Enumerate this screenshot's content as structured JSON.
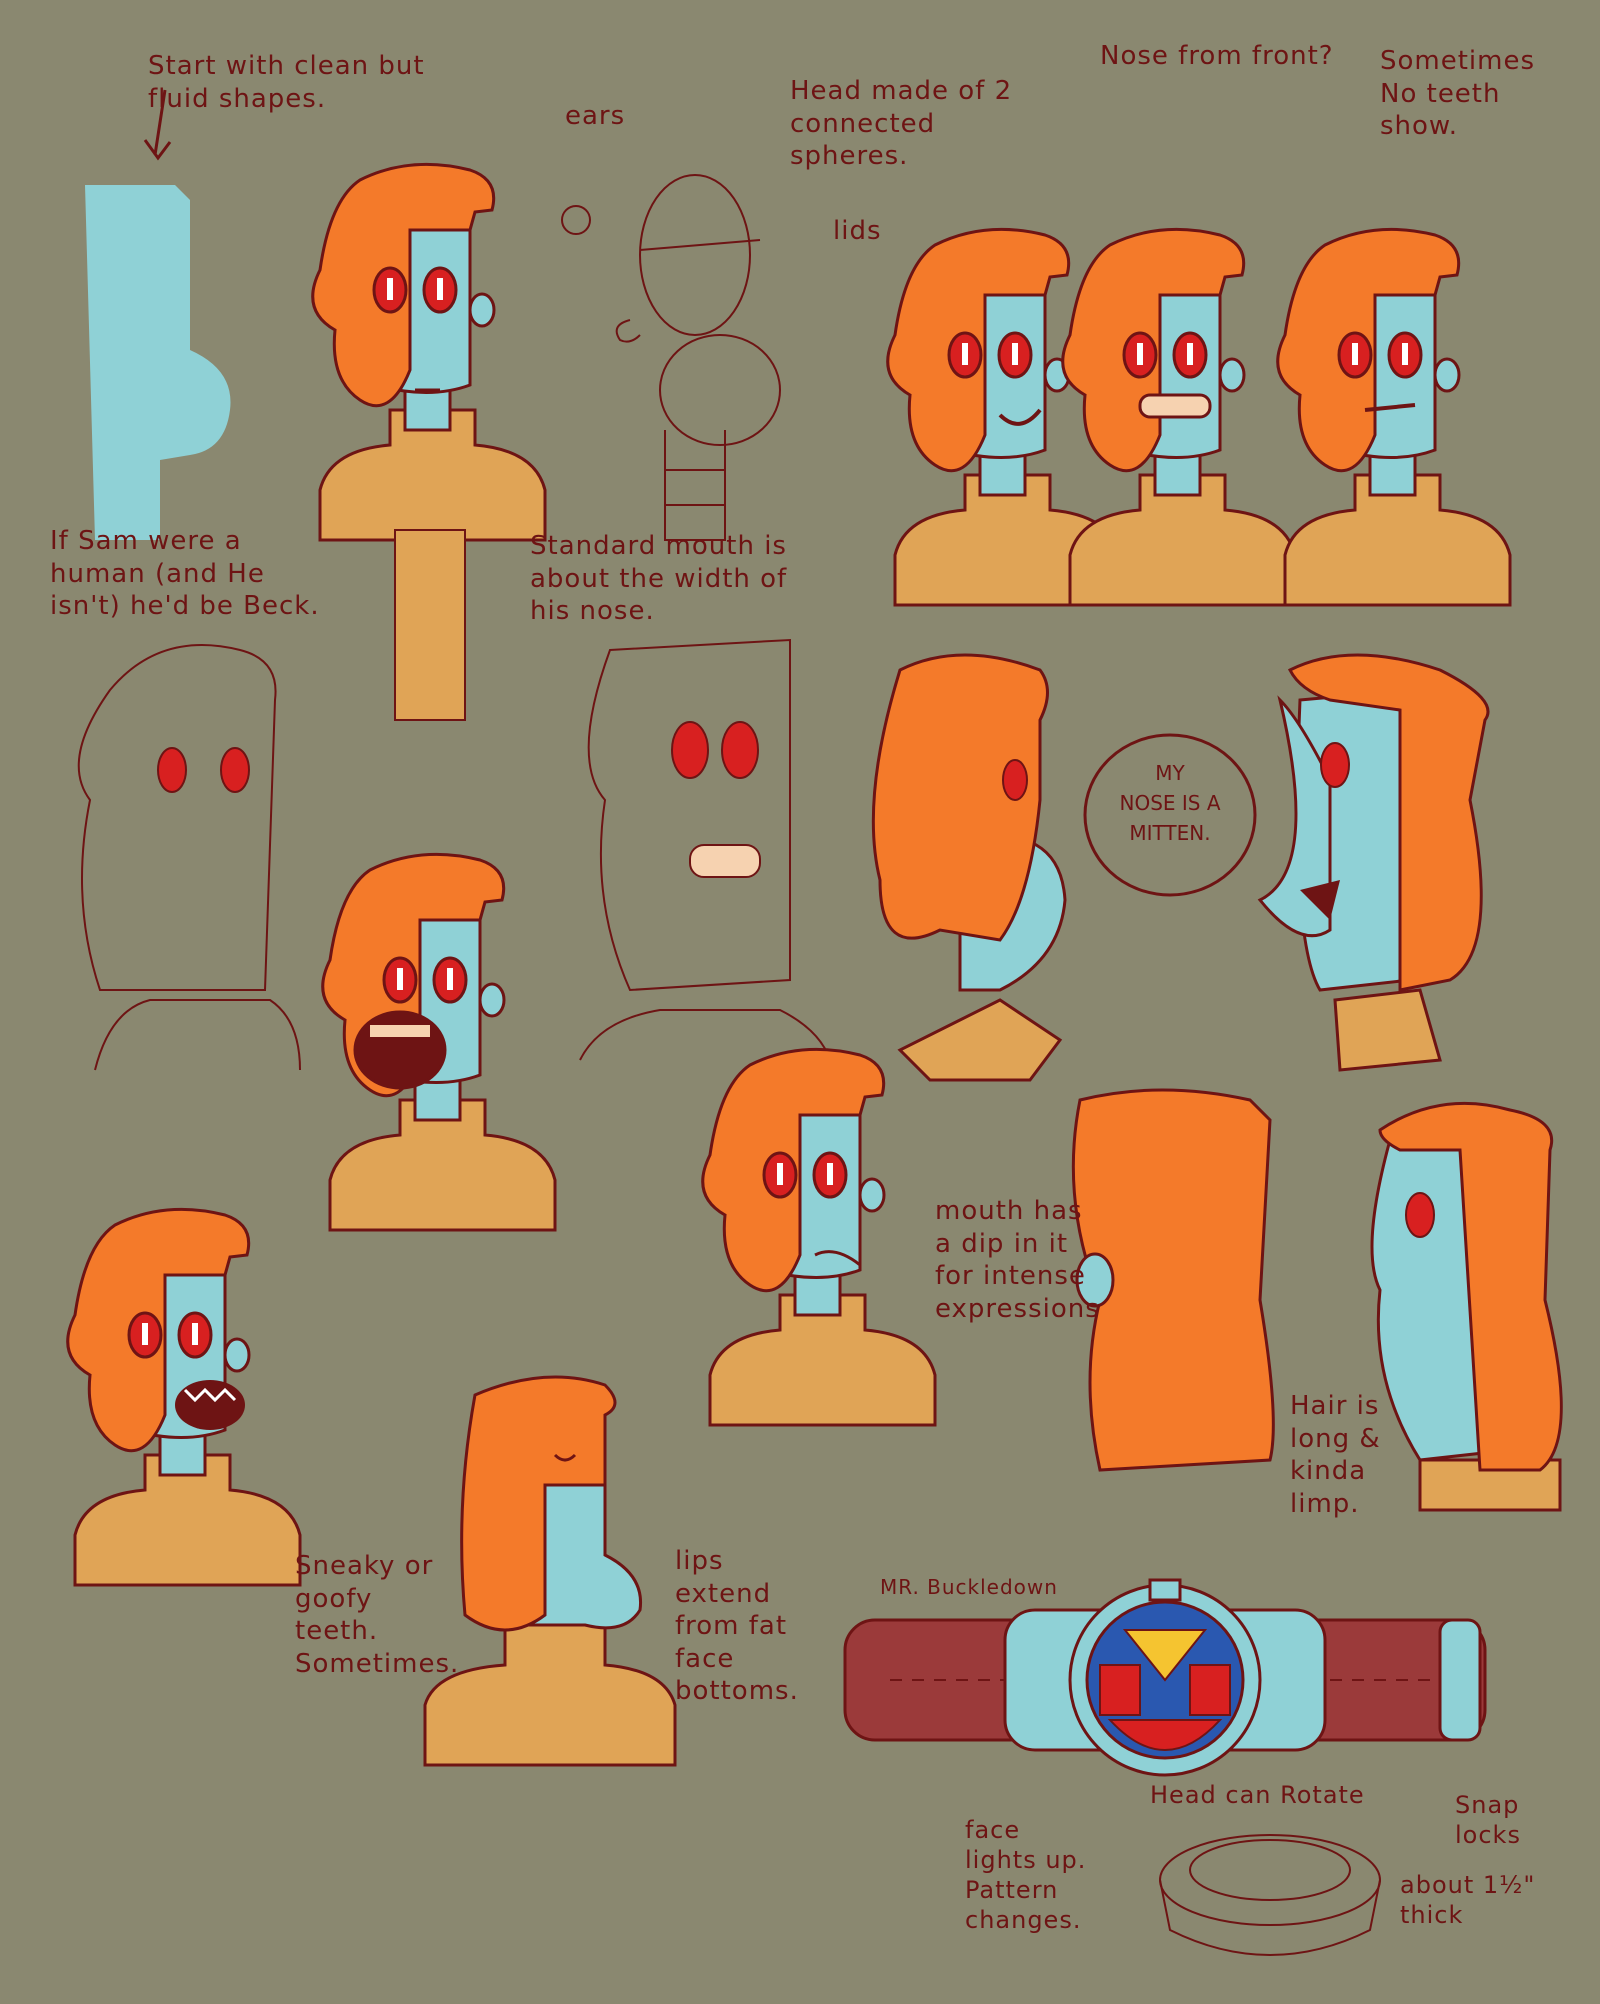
{
  "notes": {
    "clean_shapes": "Start with clean but fluid shapes.",
    "ears": "ears",
    "head_spheres": "Head made of 2 connected spheres.",
    "nose_front": "Nose from front?",
    "no_teeth": "Sometimes No teeth show.",
    "lids": "lids",
    "human_beck": "If Sam were a human (and He isn't) he'd be Beck.",
    "mouth_width": "Standard mouth is about the width of his nose.",
    "speech": "MY NOSE IS A MITTEN.",
    "mouth_dip": "mouth has a dip in it for intense expressions",
    "hair_long": "Hair is long & kinda limp.",
    "teeth": "Sneaky or goofy teeth. Sometimes.",
    "lips": "lips extend from fat face bottoms.",
    "buckle_title": "MR. Buckledown",
    "face_lights": "face lights up. Pattern changes.",
    "head_rotate": "Head can Rotate",
    "snap_locks": "Snap locks",
    "thickness": "about 1½\" thick"
  },
  "colors": {
    "background": "#8a8870",
    "ink": "#6e1414",
    "hair": "#f47a2a",
    "skin": "#8fd1d6",
    "shirt": "#e0a456",
    "eye": "#d82020",
    "belt": "#9b3a3a"
  }
}
